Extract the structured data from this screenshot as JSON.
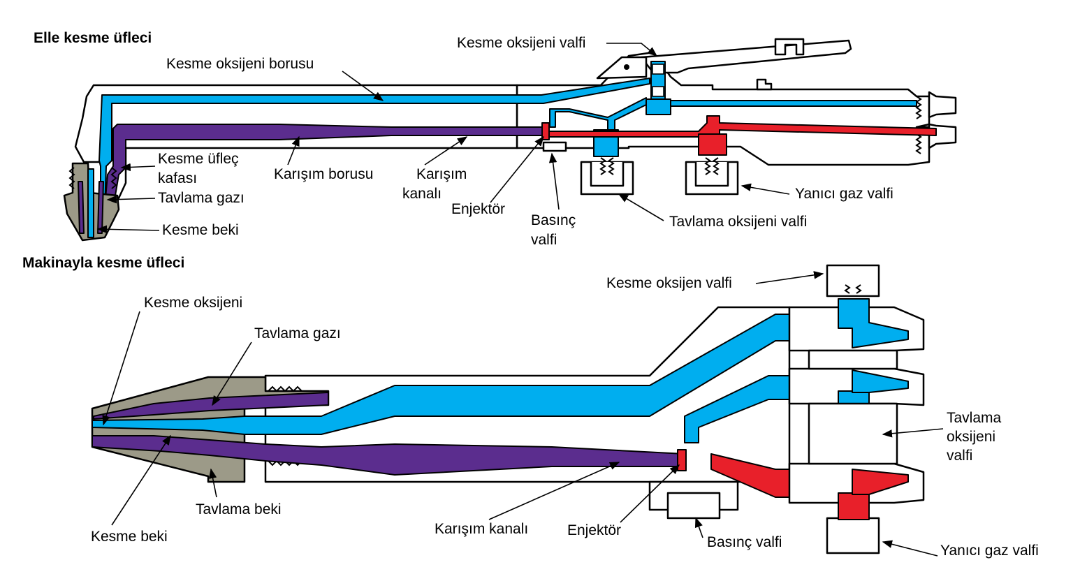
{
  "colors": {
    "oxygen": "#00aeef",
    "mixture": "#5b2d8e",
    "fuel": "#e8202a",
    "tip": "#9c9a88",
    "outline": "#000000",
    "background": "#ffffff"
  },
  "manual_torch": {
    "title": "Elle kesme üfleci",
    "labels": {
      "cutting_oxygen_valve": "Kesme oksijeni valfi",
      "cutting_oxygen_tube": "Kesme oksijeni borusu",
      "head_line1": "Kesme üfleç",
      "head_line2": "kafası",
      "preheat_gas": "Tavlama gazı",
      "cutting_tip": "Kesme beki",
      "mixing_tube": "Karışım borusu",
      "mixing_channel_line1": "Karışım",
      "mixing_channel_line2": "kanalı",
      "injector": "Enjektör",
      "pressure_valve_line1": "Basınç",
      "pressure_valve_line2": "valfi",
      "preheat_oxygen_valve": "Tavlama oksijeni valfi",
      "fuel_gas_valve": "Yanıcı gaz valfi"
    }
  },
  "machine_torch": {
    "title": "Makinayla kesme üfleci",
    "labels": {
      "cutting_oxygen_valve": "Kesme oksijen valfi",
      "cutting_oxygen": "Kesme oksijeni",
      "preheat_gas": "Tavlama gazı",
      "preheat_oxygen_valve_line1": "Tavlama",
      "preheat_oxygen_valve_line2": "oksijeni",
      "preheat_oxygen_valve_line3": "valfi",
      "preheat_tip": "Tavlama beki",
      "cutting_tip": "Kesme beki",
      "mixing_channel": "Karışım kanalı",
      "injector": "Enjektör",
      "pressure_valve": "Basınç valfi",
      "fuel_gas_valve": "Yanıcı gaz valfi"
    }
  }
}
